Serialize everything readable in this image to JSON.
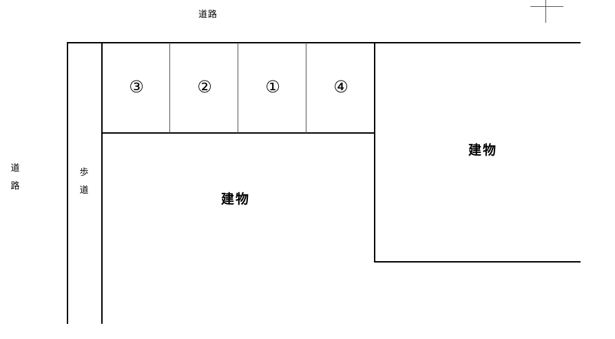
{
  "labels": {
    "top_road": "道路",
    "left_road": [
      "道",
      "路"
    ],
    "sidewalk": [
      "歩",
      "道"
    ],
    "building_main": "建物",
    "building_right": "建物"
  },
  "parking_spaces": [
    {
      "number": "③"
    },
    {
      "number": "②"
    },
    {
      "number": "①"
    },
    {
      "number": "④"
    }
  ]
}
